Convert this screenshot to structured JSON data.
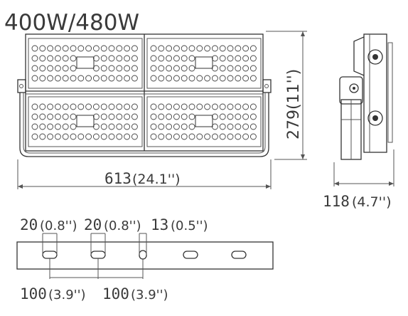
{
  "title": "400W/480W",
  "front_view": {
    "width_label": {
      "mm": "613",
      "inch": "(24.1'')"
    },
    "height_label": "279(11'')"
  },
  "side_view": {
    "depth_label": {
      "mm": "118",
      "inch": "(4.7'')"
    }
  },
  "bracket_view": {
    "top_labels": [
      {
        "mm": "20",
        "inch": "(0.8'')"
      },
      {
        "mm": "20",
        "inch": "(0.8'')"
      },
      {
        "mm": "13",
        "inch": "(0.5'')"
      }
    ],
    "bottom_labels": [
      {
        "mm": "100",
        "inch": "(3.9'')"
      },
      {
        "mm": "100",
        "inch": "(3.9'')"
      }
    ]
  }
}
